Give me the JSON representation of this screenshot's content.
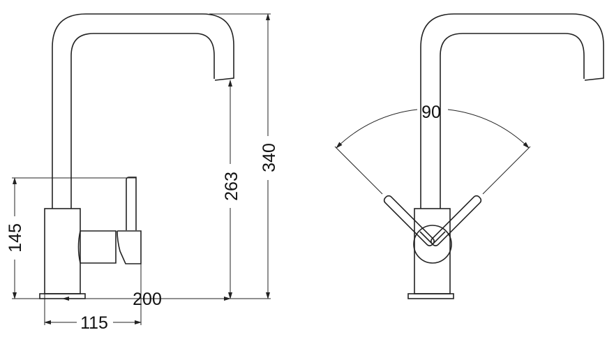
{
  "dimensions": {
    "height_total": "340",
    "spout_height": "263",
    "body_height": "145",
    "reach": "200",
    "lever_reach": "115",
    "rotation_angle": "90"
  }
}
